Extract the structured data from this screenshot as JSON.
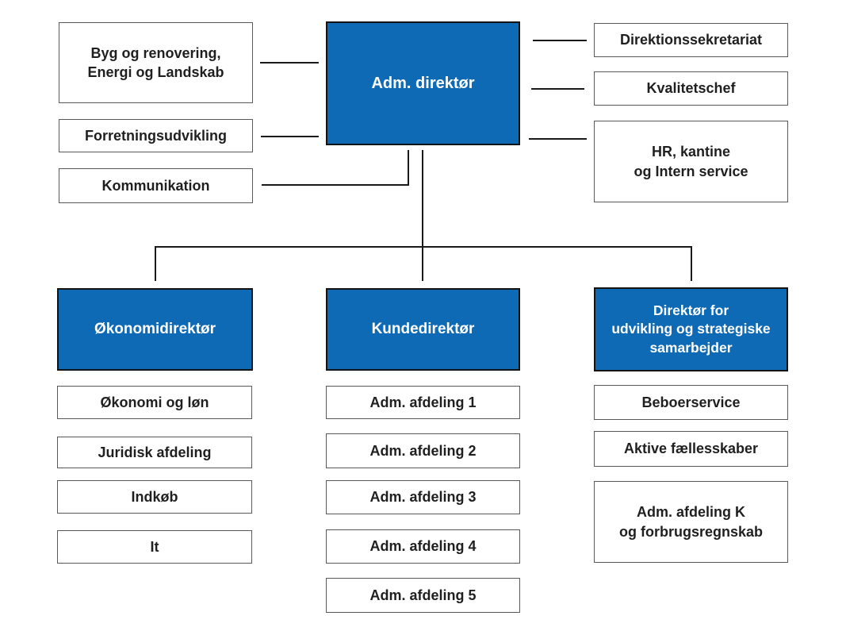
{
  "org": {
    "root": {
      "label": "Adm. direktør"
    },
    "staff_left": [
      {
        "label": "Byg og renovering,\nEnergi og Landskab"
      },
      {
        "label": "Forretningsudvikling"
      },
      {
        "label": "Kommunikation"
      }
    ],
    "staff_right": [
      {
        "label": "Direktionssekretariat"
      },
      {
        "label": "Kvalitetschef"
      },
      {
        "label": "HR, kantine\nog Intern service"
      }
    ],
    "branches": [
      {
        "head": "Økonomidirektør",
        "units": [
          "Økonomi og løn",
          "Juridisk afdeling",
          "Indkøb",
          "It"
        ]
      },
      {
        "head": "Kundedirektør",
        "units": [
          "Adm. afdeling 1",
          "Adm. afdeling 2",
          "Adm. afdeling 3",
          "Adm. afdeling 4",
          "Adm. afdeling 5"
        ]
      },
      {
        "head": "Direktør for\nudvikling og strategiske\nsamarbejder",
        "units": [
          "Beboerservice",
          "Aktive fællesskaber",
          "Adm. afdeling K\nog forbrugsregnskab"
        ]
      }
    ]
  },
  "colors": {
    "primary_blue": "#0e6ab4",
    "blue_box_border": "#141414",
    "white_box_border": "#595959",
    "connector_line": "#1a1a1a",
    "text_dark": "#1f1f1f",
    "text_on_blue": "#ffffff",
    "background": "#ffffff"
  }
}
